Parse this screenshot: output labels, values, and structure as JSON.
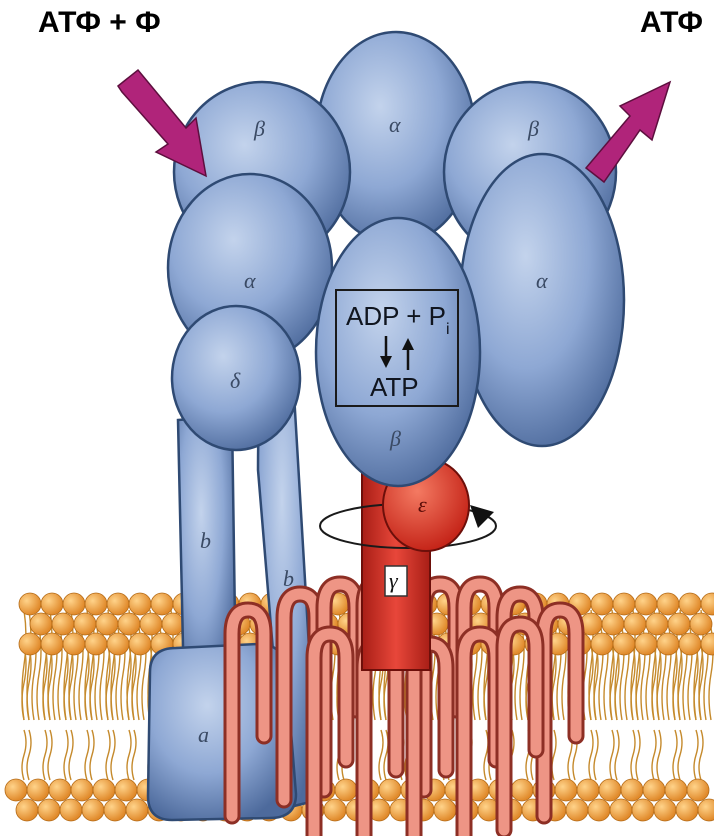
{
  "labels": {
    "top_left": "АТФ + Ф",
    "top_right": "АТФ",
    "beta_top_left": "β",
    "alpha_top_center": "α",
    "beta_top_right": "β",
    "alpha_mid_left": "α",
    "alpha_mid_right": "α",
    "delta": "δ",
    "beta_center": "β",
    "epsilon": "ε",
    "gamma": "γ",
    "b_left": "b",
    "b_right": "b",
    "a": "a",
    "box_line1": "ADP + P",
    "box_line1_sub": "i",
    "box_line3": "ATP"
  },
  "colors": {
    "subunit_blue": "#8ea8d4",
    "subunit_edge": "#2f4a73",
    "rotor_red": "#d8352a",
    "helix_red": "#e0776a",
    "lipid_head": "#f2a845",
    "lipid_tail": "#c58a2c",
    "arrow_magenta": "#b0247a"
  }
}
